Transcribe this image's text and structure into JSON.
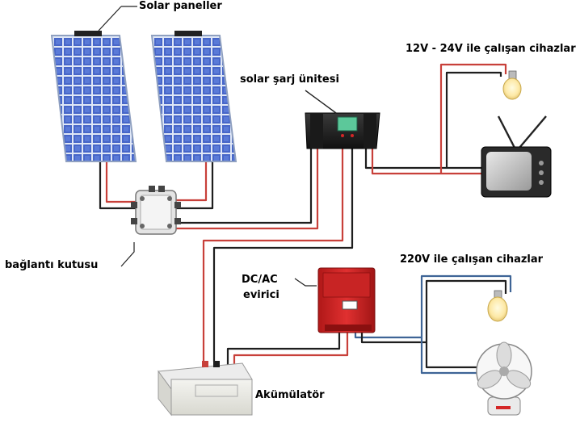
{
  "labels": {
    "solar_panels": "Solar paneller",
    "charge_unit": "solar şarj ünitesi",
    "dc_devices": "12V - 24V ile çalışan cihazlar",
    "junction_box": "bağlantı kutusu",
    "inverter_line1": "DC/AC",
    "inverter_line2": "evirici",
    "ac_devices": "220V ile çalışan cihazlar",
    "battery": "Akümülatör"
  },
  "colors": {
    "positive_wire": "#c8403a",
    "negative_wire": "#1e1e1e",
    "ac_wire_blue": "#3e6496",
    "panel_cell": "#4766c8",
    "inverter_red": "#d42626",
    "controller_body": "#2a2a2a",
    "display_green": "#5cc89a"
  },
  "icons": [
    "solar-panel-icon",
    "junction-box-icon",
    "charge-controller-icon",
    "inverter-icon",
    "battery-icon",
    "light-bulb-icon",
    "television-icon",
    "fan-icon"
  ]
}
